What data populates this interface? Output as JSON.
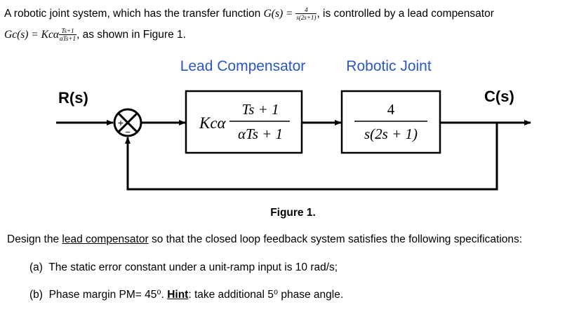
{
  "intro": {
    "line1_text": "A robotic joint system, which has the transfer function ",
    "g_label": "G(s) = ",
    "g_num": "4",
    "g_den": "s(2s+1)",
    "g_tail": ",",
    "line1_end": " is controlled by a lead compensator",
    "gc_label": "Gc(s) = Kcα",
    "gc_num": "Ts+1",
    "gc_den": "αTs+1",
    "gc_tail": ",",
    "line2_end": " as shown in Figure 1."
  },
  "diagram": {
    "lead_label": "Lead Compensator",
    "plant_label": "Robotic Joint",
    "input_label": "R(s)",
    "output_label": "C(s)",
    "lead_gain": "Kcα",
    "lead_num": "Ts + 1",
    "lead_den": "αTs + 1",
    "plant_num": "4",
    "plant_den": "s(2s + 1)",
    "sum_plus": "+",
    "sum_minus": "−",
    "label_color": "#2b57c4"
  },
  "figure_caption": "Figure 1.",
  "question": {
    "prefix": "Design the ",
    "link": "lead compensator",
    "suffix": " so that the closed loop feedback system satisfies the following specifications:"
  },
  "specs": [
    {
      "marker": "(a)",
      "text": "The static error constant under a unit-ramp input is 10 rad/s;"
    },
    {
      "marker": "(b)",
      "text": "Phase margin PM= 45⁰. ",
      "hint": "Hint",
      "hint_tail": ": take additional 5⁰ phase angle."
    }
  ]
}
